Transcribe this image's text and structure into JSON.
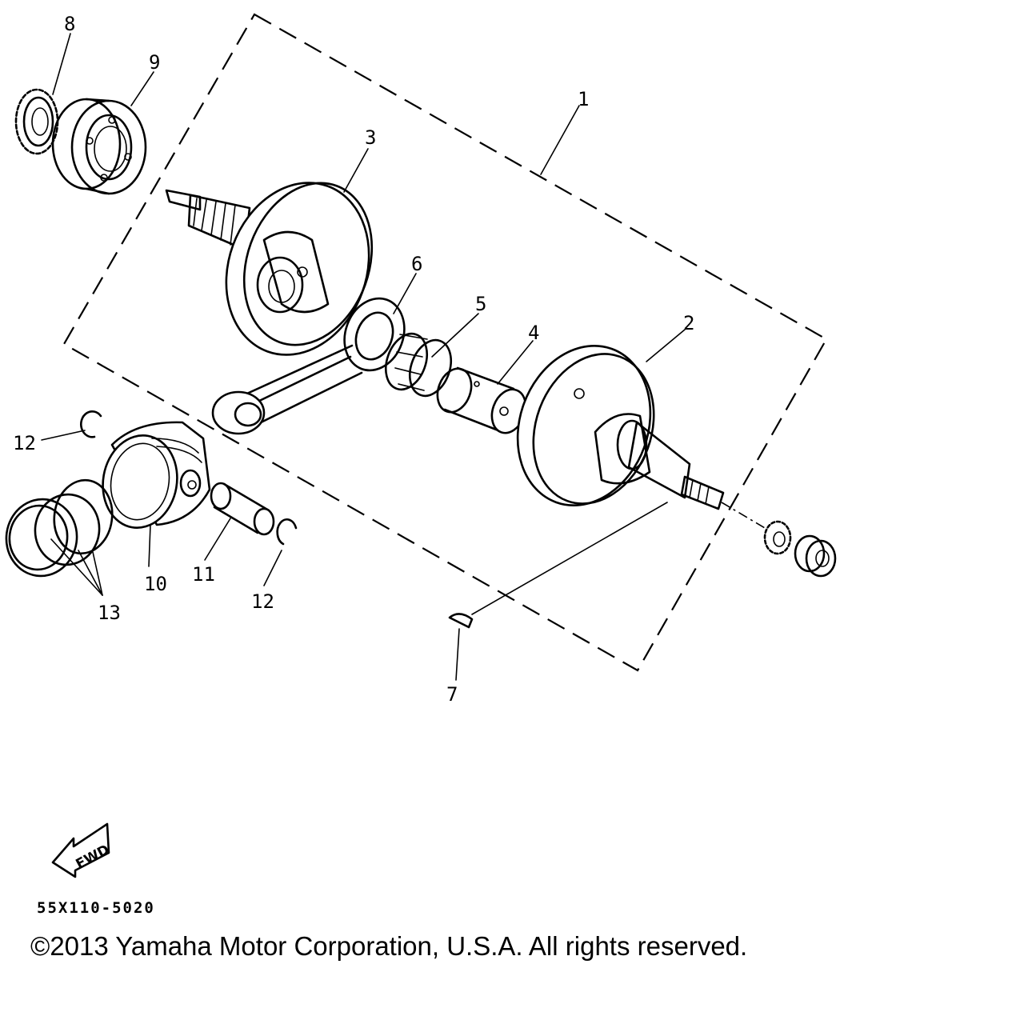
{
  "diagram": {
    "callouts": [
      {
        "id": "1",
        "label": "1"
      },
      {
        "id": "2",
        "label": "2"
      },
      {
        "id": "3",
        "label": "3"
      },
      {
        "id": "4",
        "label": "4"
      },
      {
        "id": "5",
        "label": "5"
      },
      {
        "id": "6",
        "label": "6"
      },
      {
        "id": "7",
        "label": "7"
      },
      {
        "id": "8",
        "label": "8"
      },
      {
        "id": "9",
        "label": "9"
      },
      {
        "id": "10",
        "label": "10"
      },
      {
        "id": "11",
        "label": "11"
      },
      {
        "id": "12a",
        "label": "12"
      },
      {
        "id": "12b",
        "label": "12"
      },
      {
        "id": "13",
        "label": "13"
      }
    ],
    "fwd_label": "FWD",
    "part_code": "55X110-5020",
    "copyright": "©2013 Yamaha Motor Corporation, U.S.A. All rights reserved."
  }
}
